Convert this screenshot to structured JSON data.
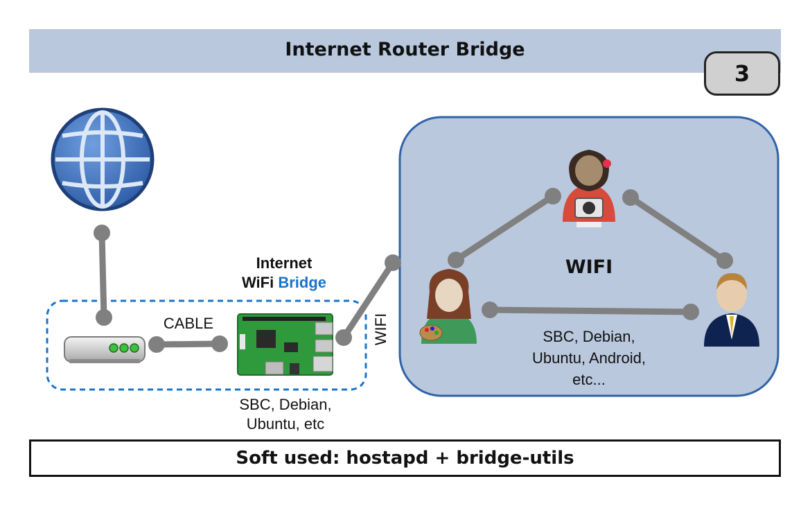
{
  "title": "Internet Router Bridge",
  "slide_number": "3",
  "bridge_label": {
    "line1": "Internet",
    "line2_prefix": "WiFi",
    "line2_accent": "Bridge"
  },
  "cable_label": "CABLE",
  "wifi_link_label": "WIFI",
  "wifi_area_label": "WIFI",
  "bridge_sbc_text": {
    "line1": "SBC, Debian,",
    "line2": "Ubuntu, etc"
  },
  "clients_text": {
    "line1": "SBC, Debian,",
    "line2": "Ubuntu, Android,",
    "line3": "etc..."
  },
  "footer": "Soft used: hostapd + bridge-utils",
  "icons": [
    "globe-icon",
    "router-icon",
    "raspberry-pi-board-icon",
    "photographer-user-icon",
    "artist-user-icon",
    "businessman-user-icon"
  ],
  "colors": {
    "title_bar": "#b9c8dd",
    "wifi_area": "#b9c8dd",
    "wifi_border": "#2f62a6",
    "bridge_dash": "#1a73c9",
    "bridge_accent": "#1a73c9",
    "link": "#808080"
  }
}
